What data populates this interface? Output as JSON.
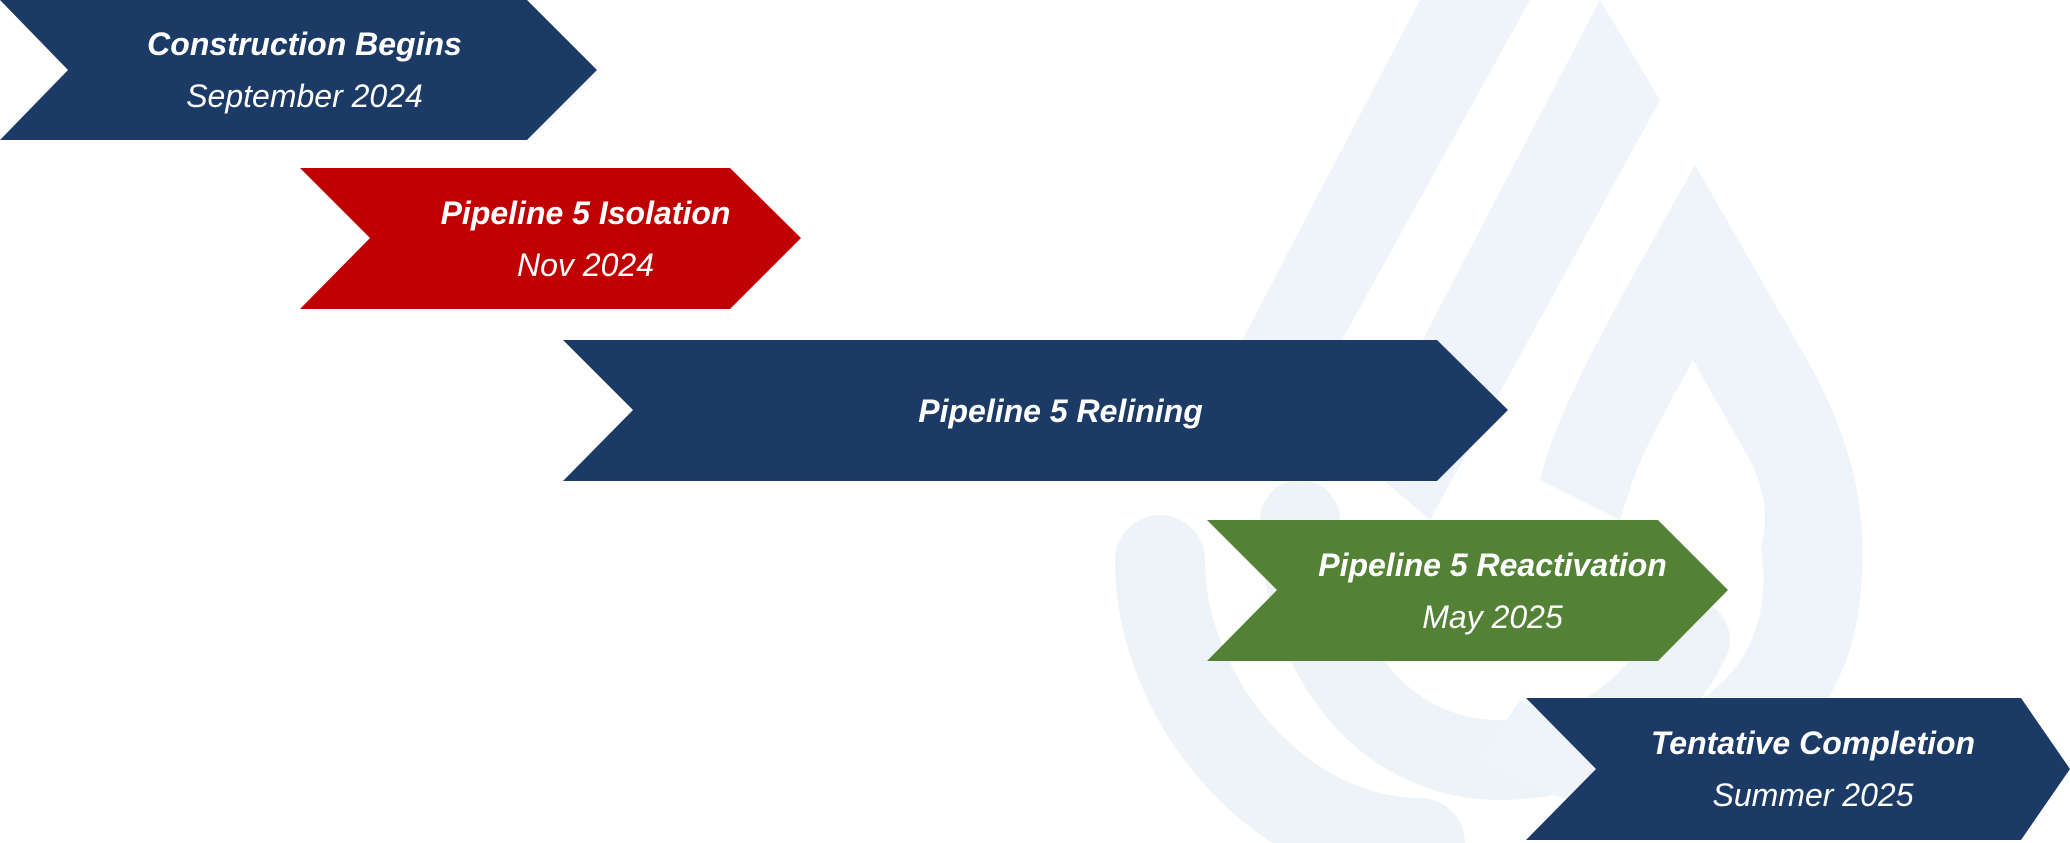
{
  "colors": {
    "navy": "#1b3a66",
    "red": "#c00000",
    "green": "#538135",
    "watermark": "#e9f1f7"
  },
  "watermark": {
    "icon": "water-drop-logo-icon"
  },
  "timeline": [
    {
      "title": "Construction Begins",
      "date": "September 2024",
      "color": "navy"
    },
    {
      "title": "Pipeline 5 Isolation",
      "date": "Nov 2024",
      "color": "red"
    },
    {
      "title": "Pipeline 5 Relining",
      "date": "",
      "color": "navy"
    },
    {
      "title": "Pipeline 5 Reactivation",
      "date": "May 2025",
      "color": "green"
    },
    {
      "title": "Tentative Completion",
      "date": "Summer 2025",
      "color": "navy"
    }
  ]
}
